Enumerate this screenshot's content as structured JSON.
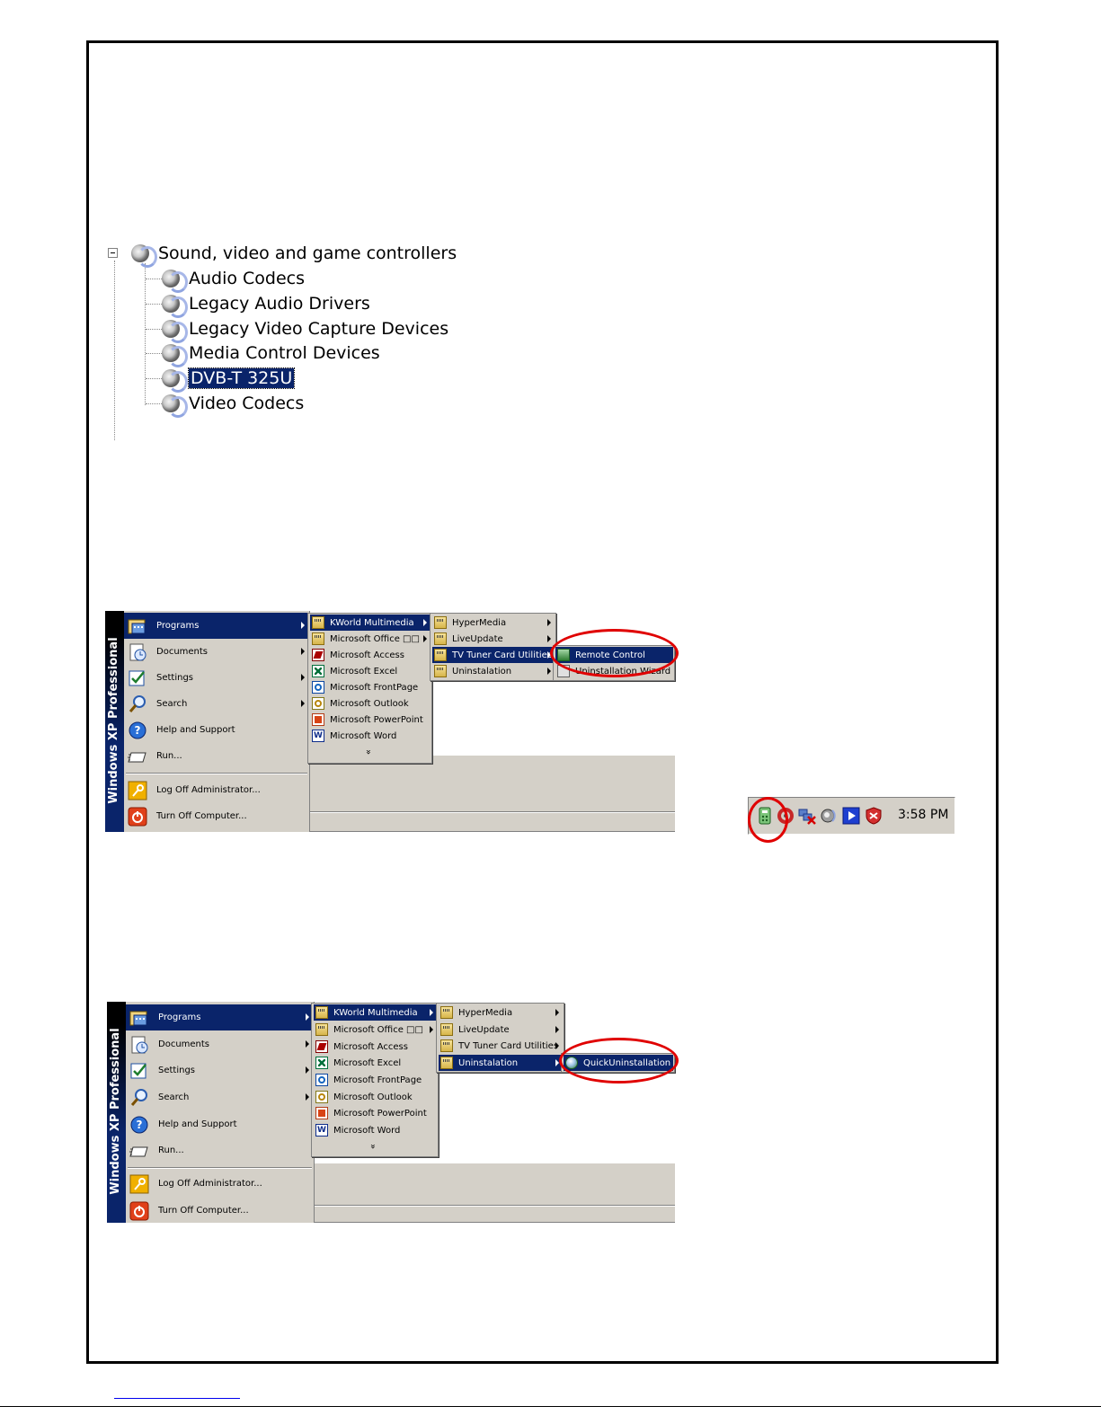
{
  "device_tree": {
    "category": "Sound, video and game controllers",
    "items": [
      {
        "label": "Audio Codecs"
      },
      {
        "label": "Legacy Audio Drivers"
      },
      {
        "label": "Legacy Video Capture Devices"
      },
      {
        "label": "Media Control Devices"
      },
      {
        "label": "DVB-T 325U",
        "selected": true
      },
      {
        "label": "Video Codecs"
      }
    ]
  },
  "startmenu": {
    "band": "Windows XP Professional",
    "items": {
      "programs": "Programs",
      "documents": "Documents",
      "settings": "Settings",
      "search": "Search",
      "help": "Help and Support",
      "run": "Run...",
      "logoff": "Log Off Administrator...",
      "turnoff": "Turn Off Computer..."
    },
    "programs_sub": {
      "kworld": "KWorld Multimedia",
      "office": "Microsoft Office □□",
      "access": "Microsoft Access",
      "excel": "Microsoft Excel",
      "frontpage": "Microsoft FrontPage",
      "outlook": "Microsoft Outlook",
      "powerpoint": "Microsoft PowerPoint",
      "word": "Microsoft Word",
      "more": "»"
    },
    "kworld_sub": {
      "hypermedia": "HyperMedia",
      "liveupdate": "LiveUpdate",
      "tvtuner": "TV Tuner Card Utilities",
      "uninstall": "Uninstalation"
    },
    "menu1_leaf": {
      "remote": "Remote Control",
      "wizard": "Uninstallation Wizard"
    },
    "menu2_leaf": {
      "quick": "QuickUninstallation"
    }
  },
  "tray": {
    "time": "3:58 PM",
    "icons": [
      "remote-control-icon",
      "ring-icon",
      "network-disconnected-icon",
      "volume-icon",
      "media-player-icon",
      "security-shield-icon"
    ]
  },
  "colors": {
    "highlight": "#0a246a",
    "menu_face": "#d4d0c8",
    "annotation_red": "#e00000"
  }
}
